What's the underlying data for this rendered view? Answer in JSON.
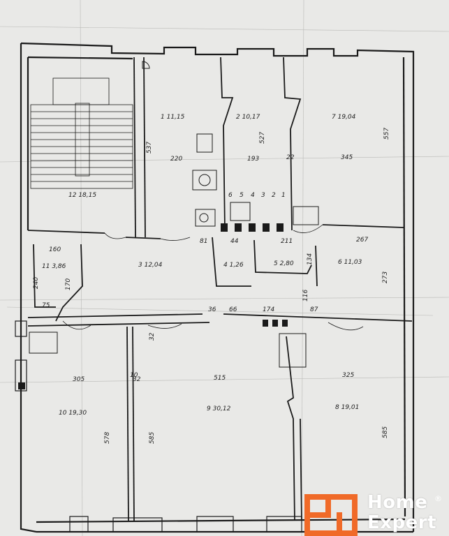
{
  "rooms": [
    {
      "label": "12 18,15"
    },
    {
      "label": "1 11,15"
    },
    {
      "label": "2 10,17"
    },
    {
      "label": "7 19,04"
    },
    {
      "label": "11 3,86"
    },
    {
      "label": "3 12,04"
    },
    {
      "label": "4 1,26"
    },
    {
      "label": "5 2,80"
    },
    {
      "label": "6 11,03"
    },
    {
      "label": "10 19,30"
    },
    {
      "label": "9 30,12"
    },
    {
      "label": "8 19,01"
    }
  ],
  "dimensions": [
    "537",
    "220",
    "527",
    "193",
    "22",
    "345",
    "557",
    "6",
    "5",
    "4",
    "3",
    "2",
    "1",
    "160",
    "81",
    "44",
    "211",
    "267",
    "240",
    "170",
    "75",
    "134",
    "273",
    "36",
    "66",
    "174",
    "87",
    "116",
    "305",
    "515",
    "325",
    "578",
    "585",
    "585",
    "10",
    "32",
    "32"
  ],
  "brand": {
    "line1": "Home",
    "line2": "Expert",
    "registered": "®",
    "color": "#f06a28"
  }
}
